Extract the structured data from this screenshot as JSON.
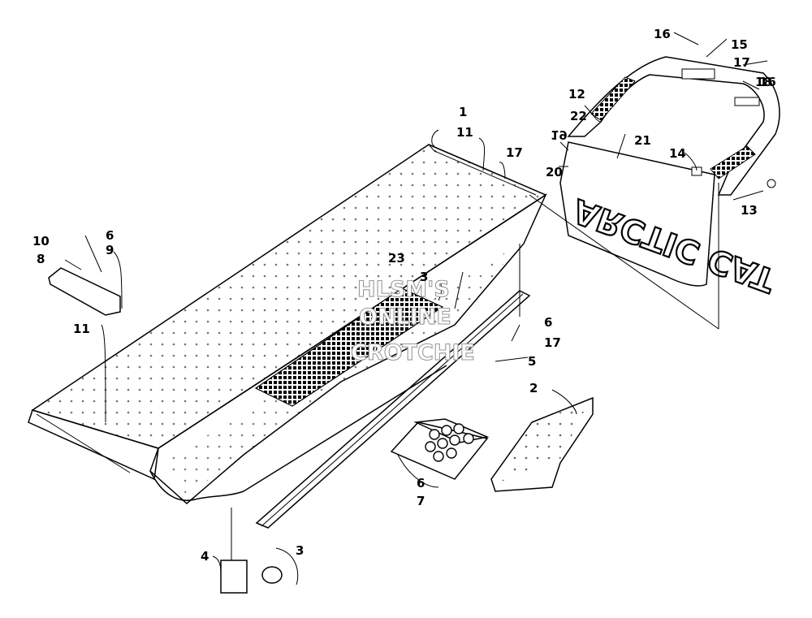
{
  "diagram": {
    "labels": {
      "l1": "1",
      "l2": "2",
      "l3a": "3",
      "l3b": "3",
      "l4": "4",
      "l5": "5",
      "l6a": "6",
      "l6b": "6",
      "l6c": "6",
      "l7": "7",
      "l8": "8",
      "l9": "9",
      "l10": "10",
      "l11a": "11",
      "l11b": "11",
      "l12": "12",
      "l13": "13",
      "l14": "14",
      "l15": "15",
      "l16a": "16",
      "l16b": "16",
      "l17a": "17",
      "l17b": "17",
      "l17c": "17",
      "l18": "18",
      "l19": "19",
      "l20": "20",
      "l21": "21",
      "l22": "22",
      "l23": "23"
    },
    "brand_text": "ARCTIC CAT",
    "watermark": [
      "HLSM'S",
      "ONLINE",
      "CROTCHIE"
    ]
  }
}
